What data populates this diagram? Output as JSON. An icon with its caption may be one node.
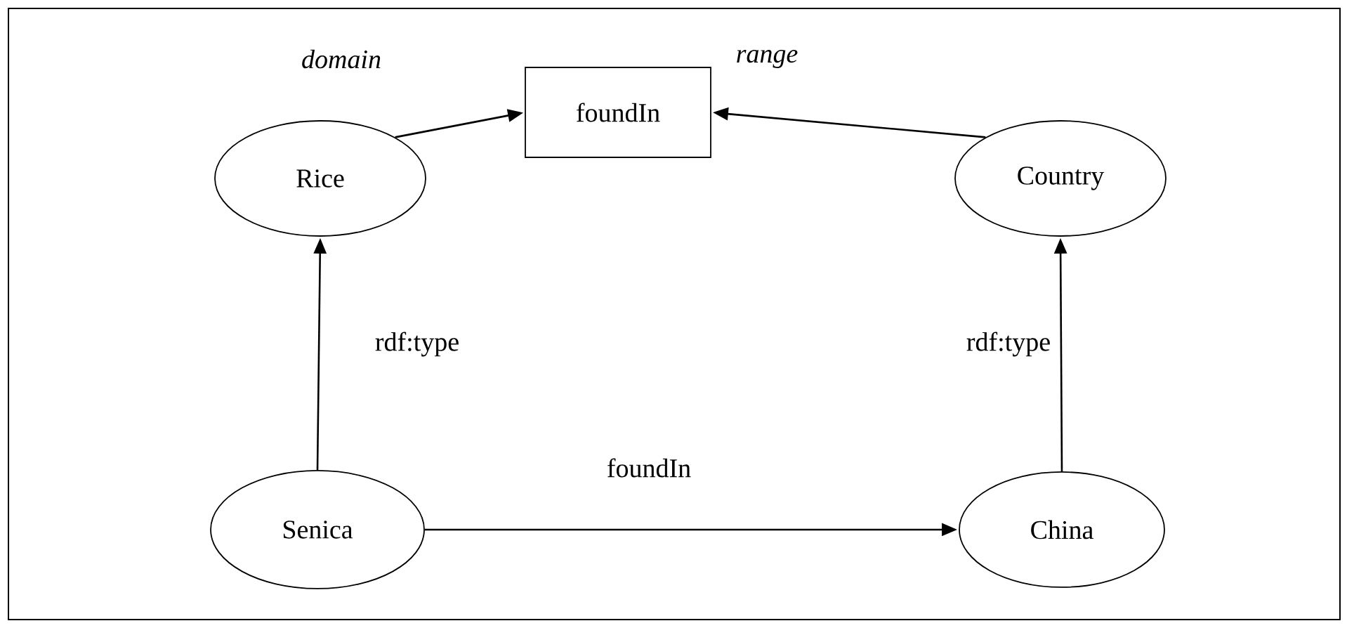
{
  "diagram": {
    "nodes": [
      {
        "text": [
          "foundIn"
        ]
      },
      {
        "text": [
          "Rice"
        ]
      },
      {
        "text": [
          "Country"
        ]
      },
      {
        "text": [
          "Senica"
        ]
      },
      {
        "text": [
          "China"
        ]
      }
    ],
    "edges": [
      {
        "from": 1,
        "to": 0,
        "arrow": "to",
        "label": "domain"
      },
      {
        "from": 2,
        "to": 0,
        "arrow": "to",
        "label": "range"
      },
      {
        "from": 3,
        "to": 1,
        "arrow": "to",
        "label": "rdf:type"
      },
      {
        "from": 4,
        "to": 2,
        "arrow": "to",
        "label": "rdf:type"
      },
      {
        "from": 3,
        "to": 4,
        "arrow": "to",
        "label": "foundIn"
      }
    ]
  }
}
